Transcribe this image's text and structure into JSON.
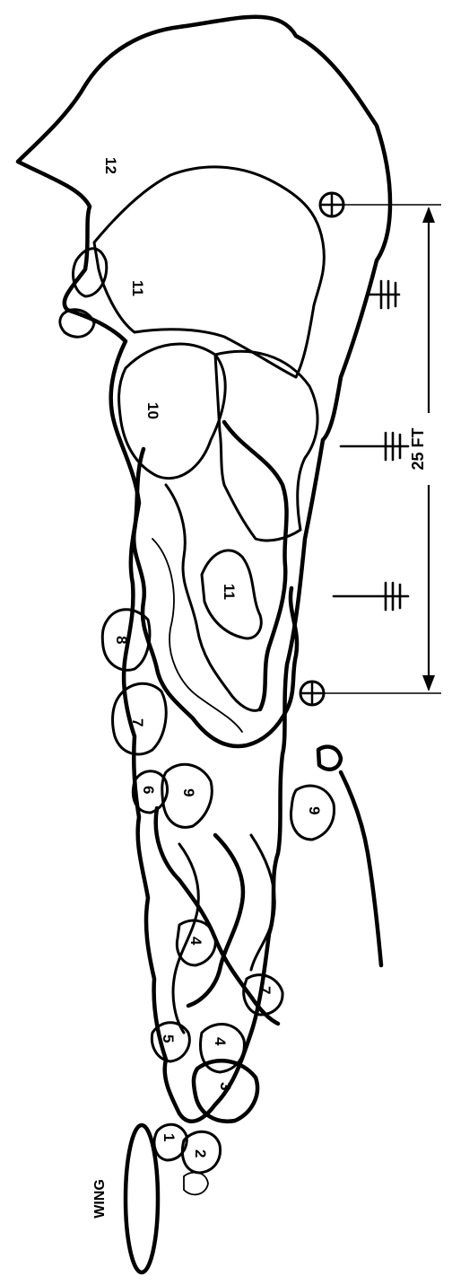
{
  "scale": {
    "label": "25 FT"
  },
  "wing": {
    "label": "WING"
  },
  "contour_labels": [
    "12",
    "11",
    "10",
    "11",
    "8",
    "7",
    "6",
    "9",
    "9",
    "4",
    "7",
    "5",
    "4",
    "3",
    "1",
    "2"
  ]
}
